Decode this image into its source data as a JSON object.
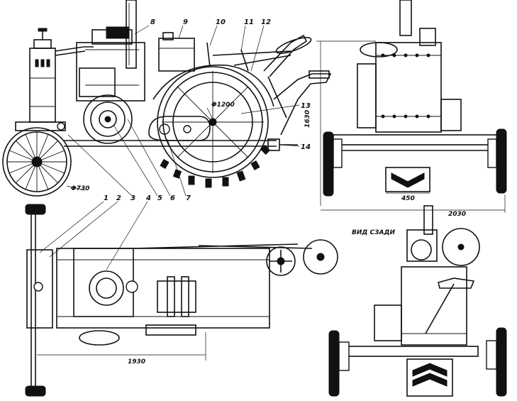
{
  "callouts": [
    "1",
    "2",
    "3",
    "4",
    "5",
    "6",
    "7",
    "8",
    "9",
    "10",
    "11",
    "12",
    "13",
    "14"
  ],
  "dimensions": {
    "front_wheel_dia": "Φ730",
    "rear_wheel_dia": "Φ1200",
    "height": "1630",
    "track_width": "2030",
    "front_track": "450",
    "wheelbase": "1930"
  },
  "rear_view_title": "ВИД СЗАДИ"
}
